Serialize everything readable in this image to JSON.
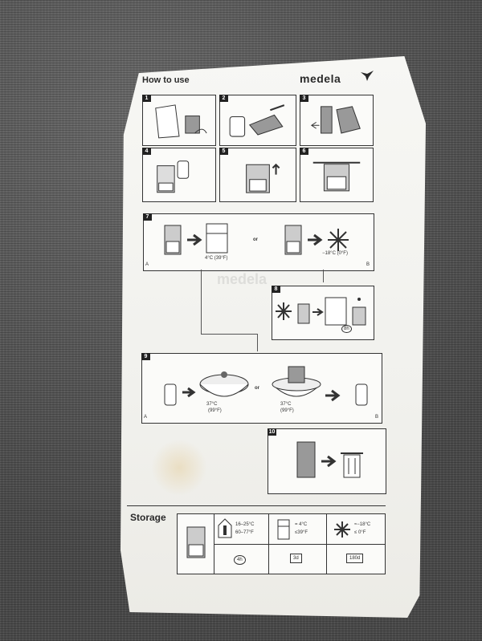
{
  "header": {
    "title": "How to use",
    "brand": "medela"
  },
  "steps": [
    {
      "number": "1",
      "icon": "bag-unpack-icon"
    },
    {
      "number": "2",
      "icon": "bag-write-label-icon"
    },
    {
      "number": "3",
      "icon": "bag-tear-open-icon"
    },
    {
      "number": "4",
      "icon": "bag-fill-icon"
    },
    {
      "number": "5",
      "icon": "bag-remove-air-icon"
    },
    {
      "number": "6",
      "icon": "bag-seal-icon"
    },
    {
      "number": "7",
      "icon": "store-bag-icon"
    },
    {
      "number": "8",
      "icon": "thaw-bag-icon"
    },
    {
      "number": "9",
      "icon": "warm-milk-icon"
    },
    {
      "number": "10",
      "icon": "dispose-bag-icon"
    }
  ],
  "step7": {
    "fridge_temp": "4°C (39°F)",
    "or": "or",
    "freezer_temp": "−18°C (0°F)",
    "label_a": "A",
    "label_b": "B"
  },
  "step8": {
    "duration": "8h"
  },
  "step9": {
    "temp_a": "37°C",
    "temp_a_f": "(99°F)",
    "or": "or",
    "temp_b": "37°C",
    "temp_b_f": "(99°F)",
    "label_a": "A",
    "label_b": "B"
  },
  "storage": {
    "title": "Storage",
    "room": {
      "temp_c": "16–25°C",
      "temp_f": "60–77°F",
      "duration": "4h"
    },
    "fridge": {
      "temp_c": "= 4°C",
      "temp_f": "≤39°F",
      "duration": "3d"
    },
    "freezer": {
      "temp_c": "≈−18°C",
      "temp_f": "≤    0°F",
      "duration": "180d"
    }
  }
}
